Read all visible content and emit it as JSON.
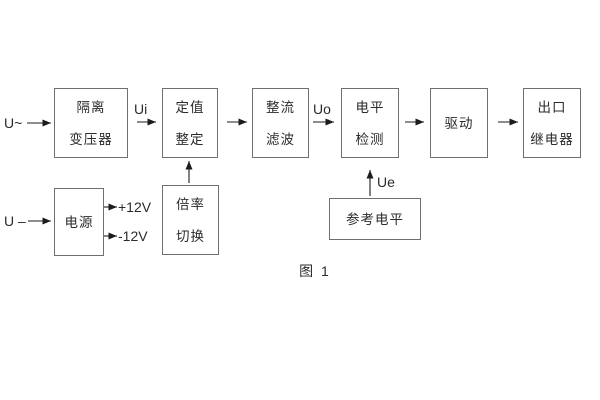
{
  "figure": {
    "caption": "图 1"
  },
  "colors": {
    "background": "#ffffff",
    "border": "#6f6f6f",
    "text": "#2b2b2b",
    "arrow": "#1c1c1c"
  },
  "blocks": {
    "isolation_transformer": {
      "lines": [
        "隔离",
        "变压器"
      ]
    },
    "value_setting": {
      "lines": [
        "定值",
        "整定"
      ]
    },
    "rectifier_filter": {
      "lines": [
        "整流",
        "滤波"
      ]
    },
    "level_detection": {
      "lines": [
        "电平",
        "检测"
      ]
    },
    "drive": {
      "lines": [
        "驱动"
      ]
    },
    "output_relay": {
      "lines": [
        "出口",
        "继电器"
      ]
    },
    "power_supply": {
      "lines": [
        "电源"
      ]
    },
    "ratio_switch": {
      "lines": [
        "倍率",
        "切换"
      ]
    },
    "reference_level": {
      "lines": [
        "参考电平"
      ]
    }
  },
  "labels": {
    "ac_input": "U~",
    "dc_input": "U –",
    "ui": "Ui",
    "uo": "Uo",
    "ue": "Ue",
    "plus_12v": "+12V",
    "minus_12v": "-12V"
  }
}
